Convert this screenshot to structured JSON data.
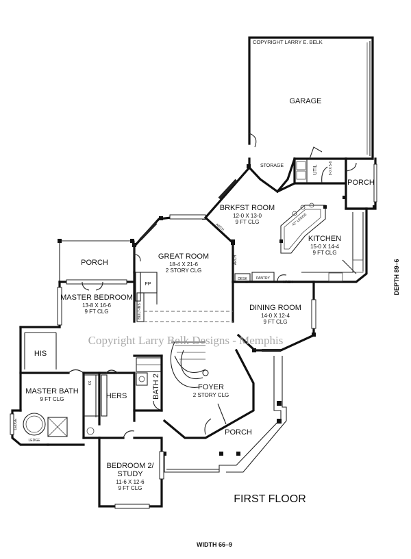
{
  "copyright_top": "COPYRIGHT LARRY E. BELK",
  "watermark": "Copyright Larry Belk Designs - Memphis",
  "floor_label": "FIRST FLOOR",
  "width_label": "WIDTH 66–9",
  "depth_label": "DEPTH 89–6",
  "rooms": {
    "garage": {
      "name": "GARAGE"
    },
    "storage": {
      "name": "STORAGE"
    },
    "util": {
      "name": "UTIL"
    },
    "util_dim": {
      "name": "9-0 X 5-6"
    },
    "porch_right": {
      "name": "PORCH"
    },
    "brkfst": {
      "name": "BRKFST ROOM",
      "dim": "12-0 X 13-0",
      "clg": "9 FT CLG"
    },
    "kitchen": {
      "name": "KITCHEN",
      "dim": "15-0 X 14-4",
      "clg": "9 FT CLG"
    },
    "great": {
      "name": "GREAT ROOM",
      "dim": "18-4 X 21-6",
      "clg": "2 STORY CLG"
    },
    "porch_left": {
      "name": "PORCH"
    },
    "master_bed": {
      "name": "MASTER BEDROOM",
      "dim": "13-8 X 16-6",
      "clg": "9 FT CLG"
    },
    "dining": {
      "name": "DINING ROOM",
      "dim": "14-0 X 12-4",
      "clg": "9 FT CLG"
    },
    "his": {
      "name": "HIS"
    },
    "master_bath": {
      "name": "MASTER BATH",
      "clg": "9 FT CLG"
    },
    "hers": {
      "name": "HERS"
    },
    "bath2": {
      "name": "BATH 2"
    },
    "foyer": {
      "name": "FOYER",
      "clg": "2 STORY CLG"
    },
    "porch_front": {
      "name": "PORCH"
    },
    "bedroom2": {
      "name": "BEDROOM 2/",
      "name2": "STUDY",
      "dim": "11-6 X 12-6",
      "clg": "9 FT CLG"
    }
  },
  "labels": {
    "arch1": "ARCH",
    "arch2": "ARCH",
    "arch3": "ARCH",
    "fp": "FP",
    "desk": "DESK",
    "pantry": "PANTRY",
    "builtins": "BUILT-INS",
    "ks": "KS",
    "ledge1": "LEDGE",
    "ledge2": "LEDGE",
    "ledge3": "42\" LEDGE"
  }
}
